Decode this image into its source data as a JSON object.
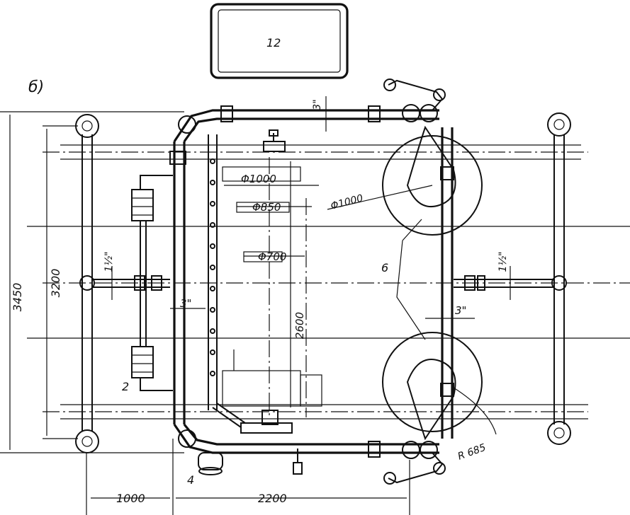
{
  "figure_letter": "б)",
  "parts": {
    "tank": "12",
    "item_2": "2",
    "item_4": "4",
    "item_6": "6"
  },
  "dims": {
    "overall_height": "3450",
    "inner_height": "3200",
    "pipe_left": "1½\"",
    "pipe_right": "1½\"",
    "pipe_top": "3\"",
    "pipe_mid_left": "3\"",
    "pipe_mid_right": "3\"",
    "dia_1000": "Φ1000",
    "dia_850": "Φ850",
    "dia_700": "Φ700",
    "dia_1000_wheel": "Φ1000",
    "length_2600": "2600",
    "radius_685": "R 685",
    "bottom_1000": "1000",
    "bottom_2200": "2200"
  }
}
